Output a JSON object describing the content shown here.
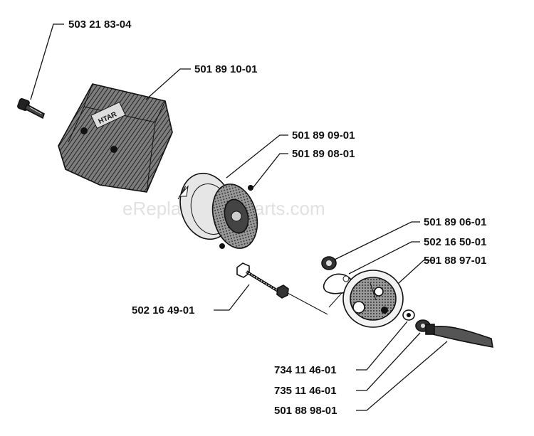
{
  "watermark": "eReplacementParts.com",
  "parts": {
    "bolt": "503 21 83-04",
    "air_filter_cover": "501 89 10-01",
    "air_filter": "501 89 09-01",
    "filter_holder": "501 89 08-01",
    "nut": "501 89 06-01",
    "gasket": "502 16 50-01",
    "carburetor_adapter": "501 88 97-01",
    "stud_bolt": "502 16 49-01",
    "washer_734": "734 11 46-01",
    "washer_735": "735 11 46-01",
    "choke_rod": "501 88 98-01"
  },
  "cover_logo": "HTAR"
}
